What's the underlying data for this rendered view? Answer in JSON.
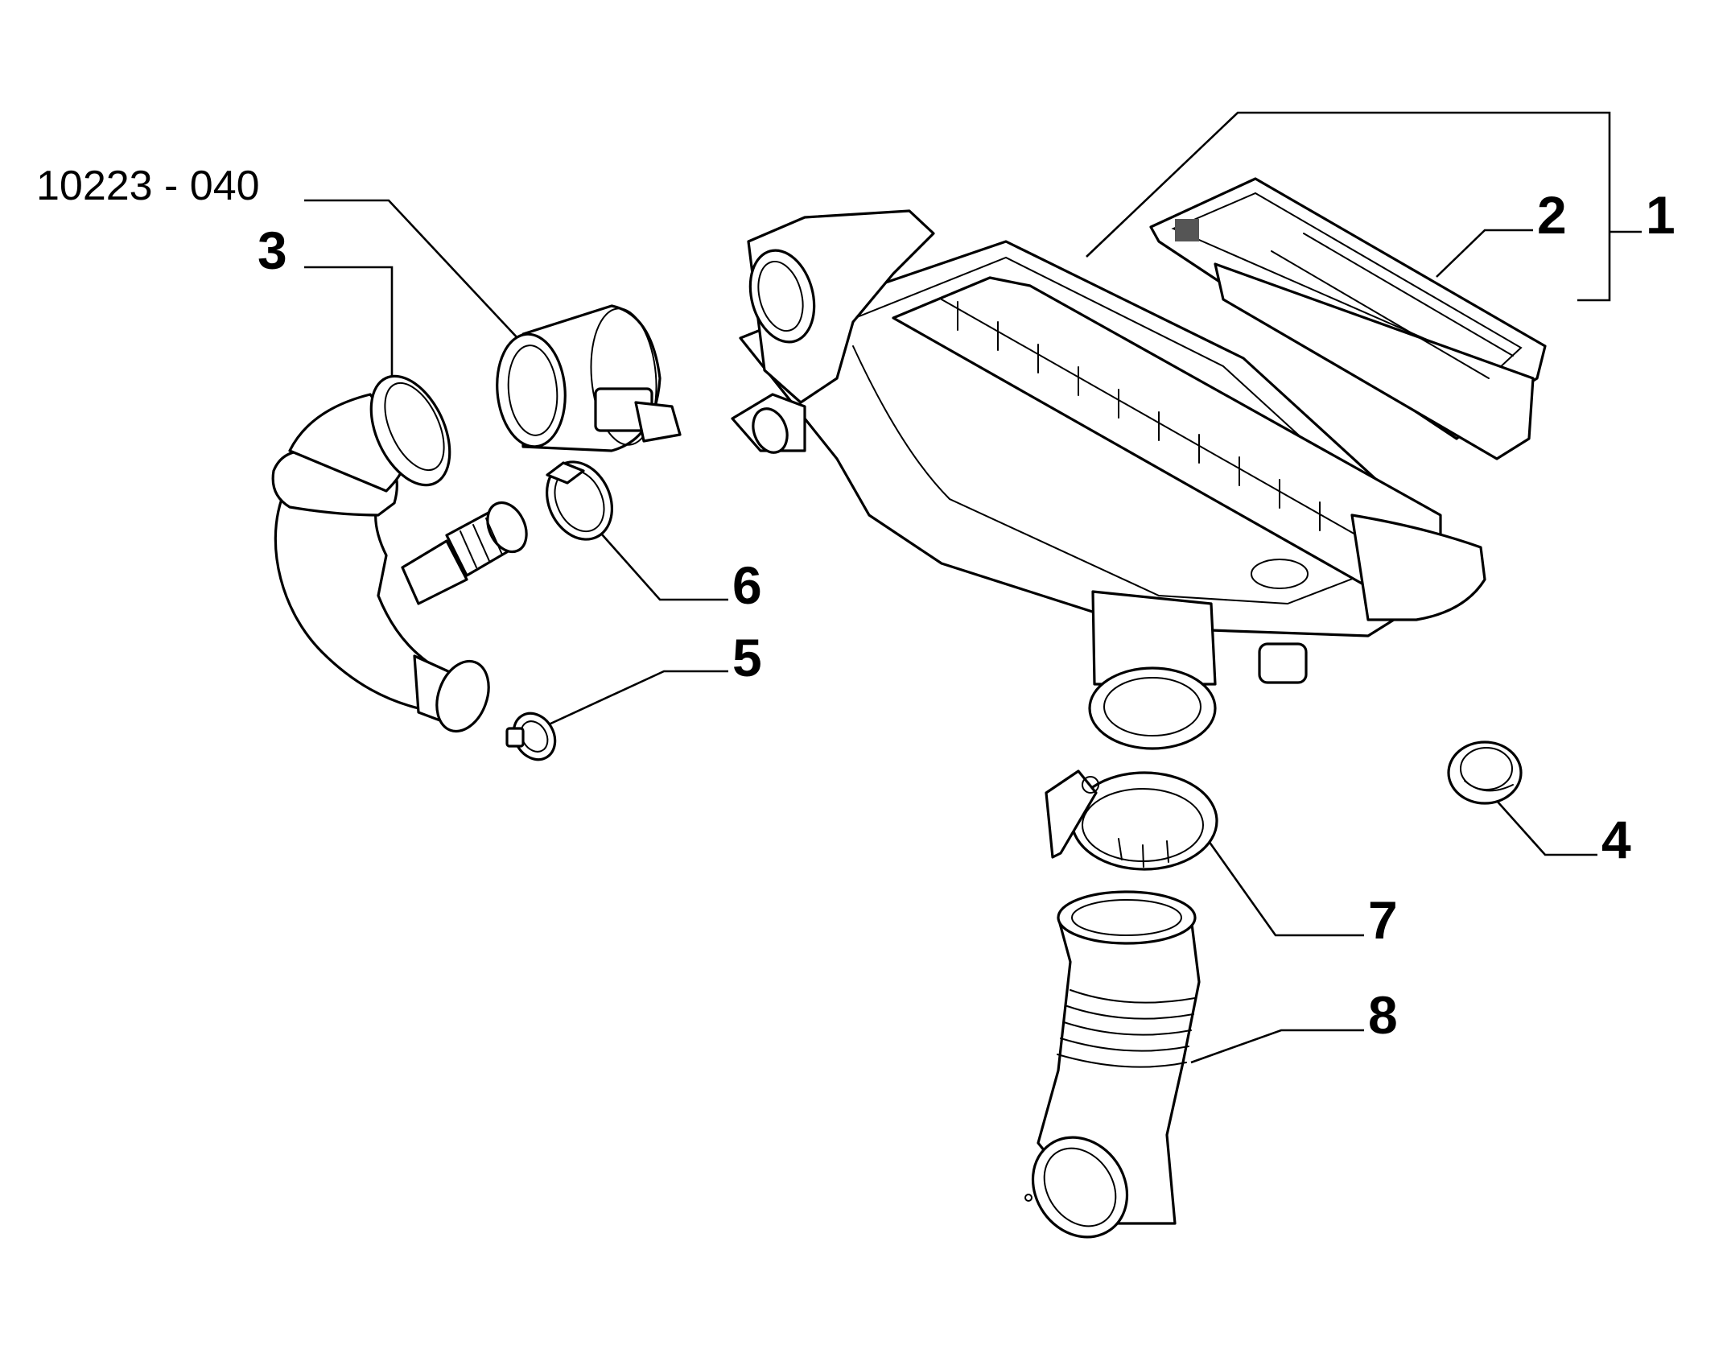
{
  "diagram": {
    "reference_code": "10223 - 040",
    "callouts": [
      "1",
      "2",
      "3",
      "4",
      "5",
      "6",
      "7",
      "8"
    ]
  }
}
